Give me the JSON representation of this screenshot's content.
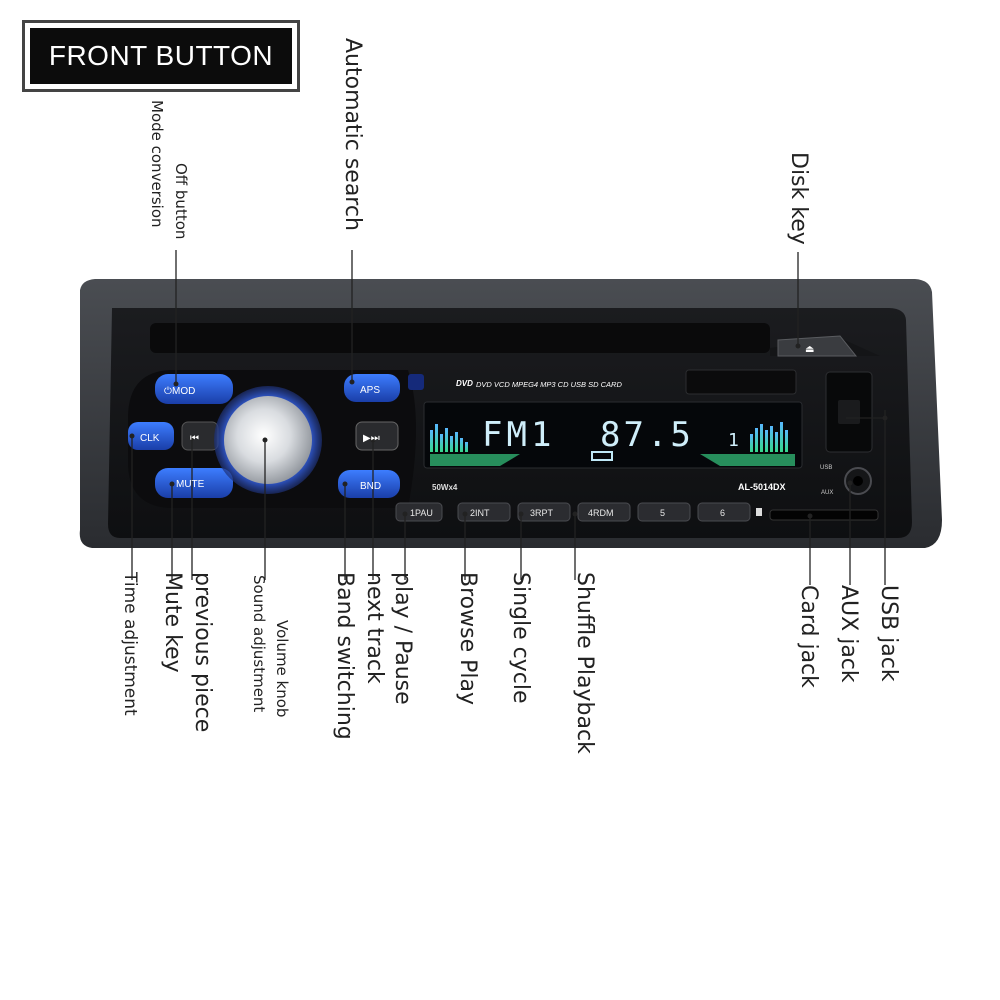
{
  "title": "FRONT BUTTON",
  "device": {
    "print_line": "DVD VCD MPEG4 MP3 CD USB SD CARD",
    "dvd_logo": "DVD",
    "power": "50Wx4",
    "model": "AL-5014DX",
    "usb_label": "USB",
    "aux_label": "AUX",
    "display": {
      "band": "FM1",
      "frequency": "87.5",
      "channel": "1"
    },
    "buttons": {
      "mod": "MOD",
      "aps": "APS",
      "clk": "CLK",
      "prev": "⏮",
      "next": "▶⏭",
      "mute": "MUTE",
      "bnd": "BND",
      "eject": "⏏"
    },
    "presets": [
      "1PAU",
      "2INT",
      "3RPT",
      "4RDM",
      "5",
      "6"
    ]
  },
  "labels": {
    "mode_conversion": "Mode conversion",
    "off_button": "Off button",
    "automatic_search": "Automatic search",
    "disk_key": "Disk key",
    "time_adjustment": "Time adjustment",
    "mute_key": "Mute key",
    "previous_piece": "previous piece",
    "sound_adjustment": "Sound adjustment",
    "volume_knob": "Volume knob",
    "band_switching": "Band switching",
    "next_track": "next track",
    "play_pause": "play / Pause",
    "browse_play": "Browse Play",
    "single_cycle": "Single cycle",
    "shuffle_playback": "Shuffle Playback",
    "card_jack": "Card jack",
    "aux_jack": "AUX jack",
    "usb_jack": "USB jack"
  },
  "colors": {
    "accent_blue": "#2f6cf0",
    "display_text": "#cfeefa",
    "eq_green": "#3fd08a"
  }
}
